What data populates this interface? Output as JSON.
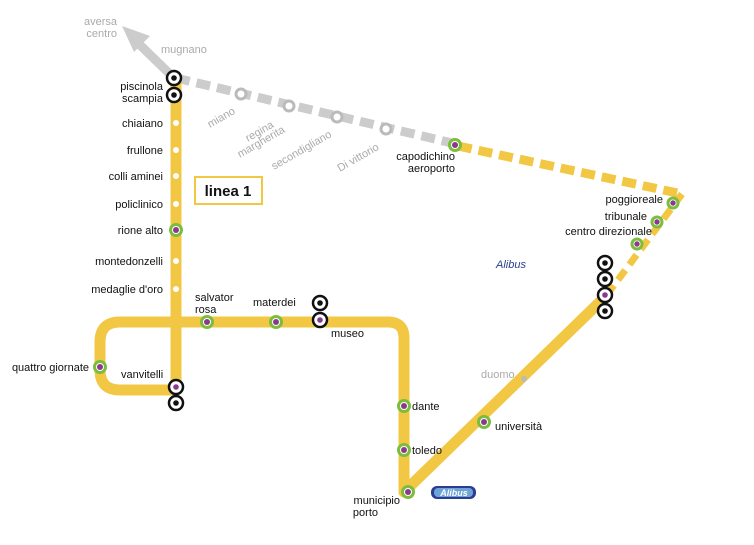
{
  "map": {
    "title": "linea 1",
    "colors": {
      "line": "#f2c744",
      "planned": "#cccccc",
      "interchange_ring": "#7cbd3e",
      "interchange_core": "#8a3a8a",
      "label": "#111111",
      "grey_label": "#aaaaaa",
      "alibus": "#2a3d8f"
    },
    "terminus": {
      "aversa": "aversa",
      "centro": "centro"
    },
    "grey_stations": {
      "mugnano": "mugnano",
      "miano": "miano",
      "regina": "regina",
      "margherita": "margherita",
      "secondigliano": "secondigliano",
      "di_vittorio": "Di vittorio"
    },
    "stations": {
      "piscinola": "piscinola",
      "scampia": "scampia",
      "chiaiano": "chiaiano",
      "frullone": "frullone",
      "colli_aminei": "colli aminei",
      "policlinico": "policlinico",
      "rione_alto": "rione alto",
      "montedonzelli": "montedonzelli",
      "medaglie_doro": "medaglie d'oro",
      "salvator": "salvator",
      "rosa": "rosa",
      "materdei": "materdei",
      "museo": "museo",
      "quattro_giornate": "quattro giornate",
      "vanvitelli": "vanvitelli",
      "dante": "dante",
      "toledo": "toledo",
      "municipio": "municipio",
      "porto": "porto",
      "universita": "università",
      "duomo": "duomo",
      "capodichino": "capodichino",
      "aeroporto": "aeroporto",
      "poggioreale": "poggioreale",
      "tribunale": "tribunale",
      "centro_direzionale": "centro direzionale"
    },
    "alibus": {
      "label": "Alibus",
      "badge": "Alibus"
    }
  }
}
